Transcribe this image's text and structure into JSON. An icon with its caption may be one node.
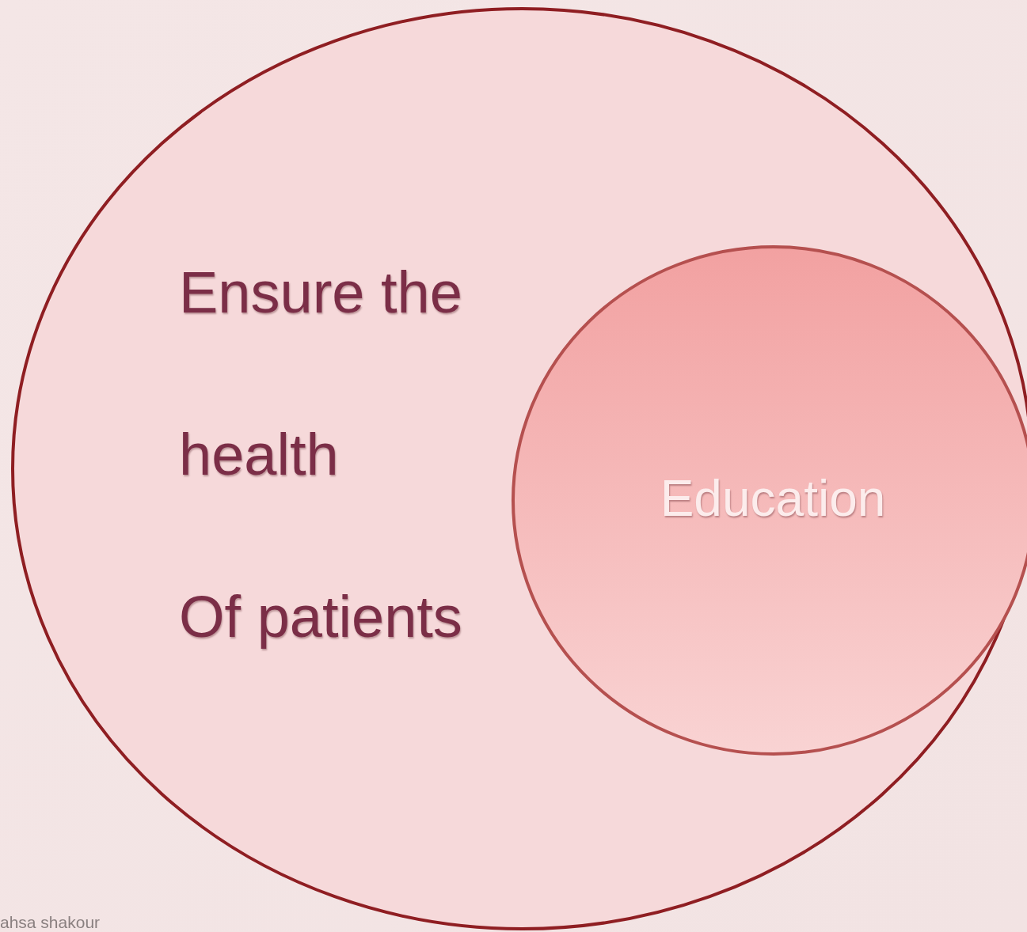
{
  "diagram": {
    "nodes": [
      {
        "text": [
          "Ensure the",
          "health",
          "Of patients"
        ]
      },
      {
        "text": [
          "Education"
        ],
        "in": 0
      }
    ],
    "labels": [
      "ahsa shakour"
    ]
  }
}
